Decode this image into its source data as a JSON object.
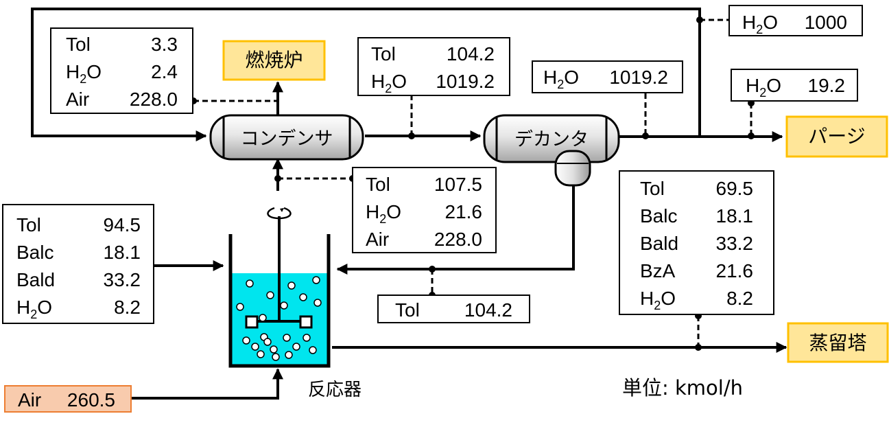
{
  "units": "単位: kmol/h",
  "equipment": {
    "condenser": "コンデンサ",
    "decanter": "デカンタ",
    "reactor": "反応器"
  },
  "destinations": {
    "incinerator": "燃焼炉",
    "purge": "パージ",
    "distillation": "蒸留塔"
  },
  "streams": {
    "to_incinerator": [
      {
        "name": "Tol",
        "value": "3.3"
      },
      {
        "name": "H2O",
        "value": "2.4"
      },
      {
        "name": "Air",
        "value": "228.0"
      }
    ],
    "condenser_to_decanter": [
      {
        "name": "Tol",
        "value": "104.2"
      },
      {
        "name": "H2O",
        "value": "1019.2"
      }
    ],
    "decanter_water_out": [
      {
        "name": "H2O",
        "value": "1019.2"
      }
    ],
    "water_feed": [
      {
        "name": "H2O",
        "value": "1000"
      }
    ],
    "purge": [
      {
        "name": "H2O",
        "value": "19.2"
      }
    ],
    "reactor_vapor": [
      {
        "name": "Tol",
        "value": "107.5"
      },
      {
        "name": "H2O",
        "value": "21.6"
      },
      {
        "name": "Air",
        "value": "228.0"
      }
    ],
    "reactor_feed": [
      {
        "name": "Tol",
        "value": "94.5"
      },
      {
        "name": "Balc",
        "value": "18.1"
      },
      {
        "name": "Bald",
        "value": "33.2"
      },
      {
        "name": "H2O",
        "value": "8.2"
      }
    ],
    "toluene_recycle": [
      {
        "name": "Tol",
        "value": "104.2"
      }
    ],
    "to_distillation": [
      {
        "name": "Tol",
        "value": "69.5"
      },
      {
        "name": "Balc",
        "value": "18.1"
      },
      {
        "name": "Bald",
        "value": "33.2"
      },
      {
        "name": "BzA",
        "value": "21.6"
      },
      {
        "name": "H2O",
        "value": "8.2"
      }
    ],
    "air_feed": [
      {
        "name": "Air",
        "value": "260.5"
      }
    ]
  },
  "colors": {
    "destination_fill": "#FFE699",
    "destination_border": "#FFC000",
    "air_fill": "#F8CBAD",
    "air_border": "#ED7D31",
    "liquid": "#00E5EE",
    "vessel_gray": "#BFBFBF"
  }
}
